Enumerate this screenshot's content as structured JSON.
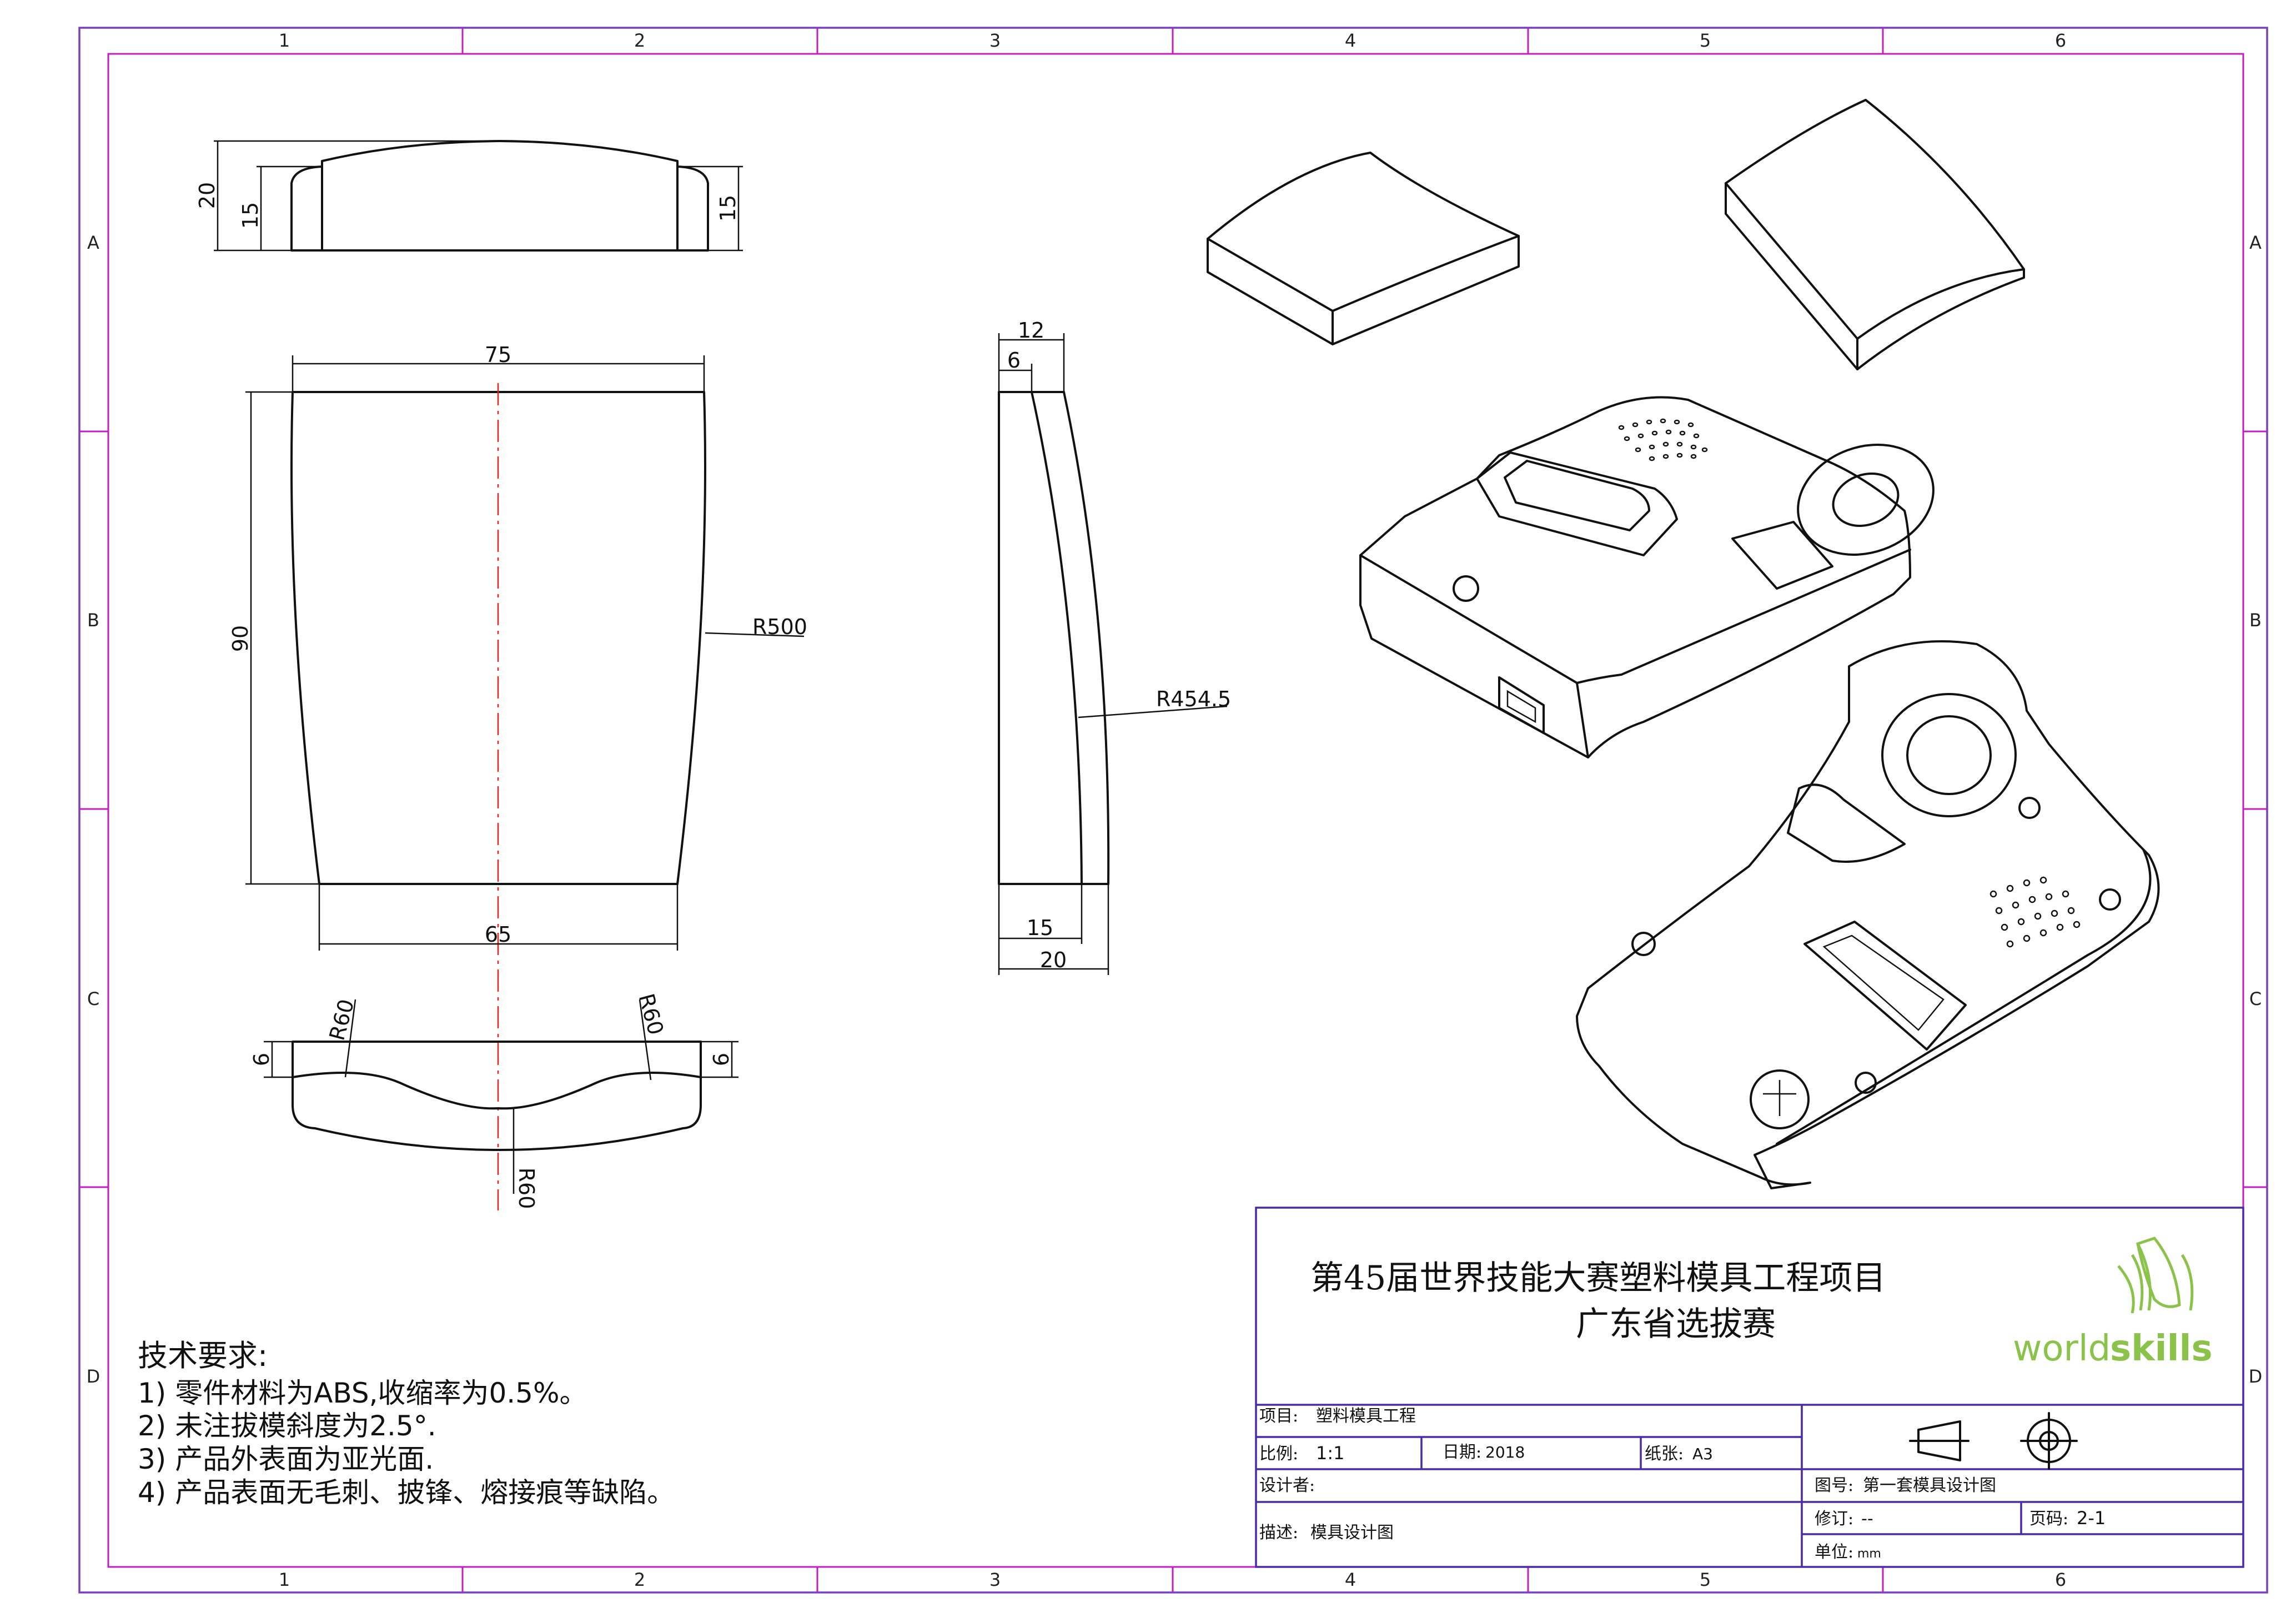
{
  "zones": {
    "columns": [
      "1",
      "2",
      "3",
      "4",
      "5",
      "6"
    ],
    "rows": [
      "A",
      "B",
      "C",
      "D"
    ]
  },
  "dimensions": {
    "top_view": {
      "overall_height": "20",
      "left_shoulder": "15",
      "right_shoulder": "15"
    },
    "front_view": {
      "top_width": "75",
      "height": "90",
      "side_radius": "R500",
      "bottom_width": "65"
    },
    "side_view": {
      "top_total": "12",
      "top_inner": "6",
      "curve_radius": "R454.5",
      "bottom_inner": "15",
      "bottom_total": "20"
    },
    "bottom_view": {
      "left_radius": "R60",
      "right_radius": "R60",
      "center_radius": "R60",
      "left_edge": "6",
      "right_edge": "6"
    }
  },
  "notes": {
    "title": "技术要求:",
    "items": [
      "1) 零件材料为ABS,收缩率为0.5%。",
      "2) 未注拔模斜度为2.5°.",
      "3) 产品外表面为亚光面.",
      "4) 产品表面无毛刺、披锋、熔接痕等缺陷。"
    ]
  },
  "title_block": {
    "main_title_line1": "第45届世界技能大赛塑料模具工程项目",
    "main_title_line2": "广东省选拔赛",
    "logo_text_world": "world",
    "logo_text_skills": "skills",
    "project_label": "项目:",
    "project_value": "塑料模具工程",
    "scale_label": "比例:",
    "scale_value": "1:1",
    "date_label": "日期:",
    "date_value": "2018",
    "paper_label": "纸张:",
    "paper_value": "A3",
    "designer_label": "设计者:",
    "designer_value": "",
    "description_label": "描述:",
    "description_value": "模具设计图",
    "drawing_no_label": "图号:",
    "drawing_no_value": "第一套模具设计图",
    "revision_label": "修订:",
    "revision_value": "--",
    "page_label": "页码:",
    "page_value": "2-1",
    "unit_label": "单位:",
    "unit_value": "mm"
  },
  "colors": {
    "outer_border": "#7a3fbf",
    "zone_frame": "#c21fc2",
    "title_block": "#4a2aa8",
    "center_line": "#dd2222",
    "logo_green": "#8bc34a"
  }
}
